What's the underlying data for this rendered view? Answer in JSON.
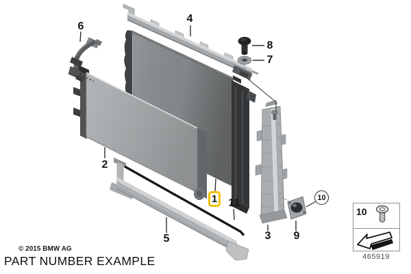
{
  "diagram": {
    "title": "PART NUMBER EXAMPLE",
    "copyright": "© 2015 BMW AG",
    "diagram_number": "465919",
    "highlighted_part": "1",
    "highlight_color": "#F2C101",
    "callouts": {
      "radiator": "1",
      "condenser": "2",
      "side_bracket": "3",
      "upper_support": "4",
      "lower_support": "5",
      "vent_hose": "6",
      "washer": "7",
      "pin": "8",
      "small_bracket": "9",
      "screw": "10",
      "seal_strip": "11"
    },
    "legend": {
      "item_number": "10",
      "icons": [
        "screw-icon",
        "install-direction-arrow-icon"
      ]
    }
  }
}
